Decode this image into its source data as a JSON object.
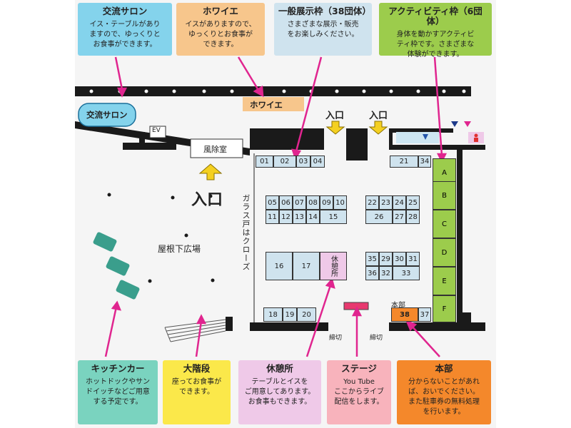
{
  "callouts": {
    "salon": {
      "title": "交流サロン",
      "body": "イス・テーブルがあり\nますので、ゆっくりと\nお食事ができます。"
    },
    "foyer": {
      "title": "ホワイエ",
      "body": "イスがありますので、\nゆっくりとお食事が\nできます。"
    },
    "exhibit": {
      "title": "一般展示枠（38団体）",
      "body": "さまざまな展示・販売\nをお楽しみください。"
    },
    "activity": {
      "title": "アクティビティ枠（6団体）",
      "body": "身体を動かすアクティビ\nティ枠です。さまざまな\n体験ができます。"
    },
    "kitchen": {
      "title": "キッチンカー",
      "body": "ホットドックやサン\nドイッチなどご用意\nする予定です。"
    },
    "stairs": {
      "title": "大階段",
      "body": "座ってお食事が\nできます。"
    },
    "rest": {
      "title": "休憩所",
      "body": "テーブルとイスを\nご用意してあります。\nお食事もできます。"
    },
    "stage": {
      "title": "ステージ",
      "body": "You Tube\nここからライブ\n配信をします。"
    },
    "hq": {
      "title": "本部",
      "body": "分からないことがあれ\nば、おいでください。\nまた駐車券の無料処理\nを行います。"
    }
  },
  "map": {
    "salon_label": "交流サロン",
    "foyer_label": "ホワイエ",
    "ev_label": "EV",
    "windbreak_label": "風除室",
    "entrance_main": "入口",
    "entrance_1": "入口",
    "entrance_2": "入口",
    "glass_note": "ガラス戸はクローズ",
    "plaza_label": "屋根下広場",
    "rest_area_label": "休憩所",
    "hq_label": "本部",
    "hq_booth": "38",
    "stage_label": "",
    "cutoff_1": "締切",
    "cutoff_2": "締切"
  },
  "booths": [
    "01",
    "02",
    "03",
    "04",
    "05",
    "06",
    "07",
    "08",
    "09",
    "10",
    "11",
    "12",
    "13",
    "14",
    "15",
    "16",
    "17",
    "20",
    "19",
    "18",
    "21",
    "34",
    "22",
    "23",
    "24",
    "25",
    "26",
    "27",
    "28",
    "35",
    "29",
    "30",
    "31",
    "36",
    "32",
    "33",
    "37"
  ],
  "activity": [
    "A",
    "B",
    "C",
    "D",
    "E",
    "F"
  ],
  "colors": {
    "salon": "#84d3ec",
    "foyer": "#f7c68c",
    "exhibit": "#cfe3ee",
    "activity": "#9ccc4c",
    "kitchen": "#7ad3bf",
    "stairs": "#fbe84a",
    "rest": "#efc9e8",
    "stage": "#f8b3bc",
    "hq": "#f4882b",
    "arrow": "#e0258f",
    "entrance": "#f4d021"
  }
}
